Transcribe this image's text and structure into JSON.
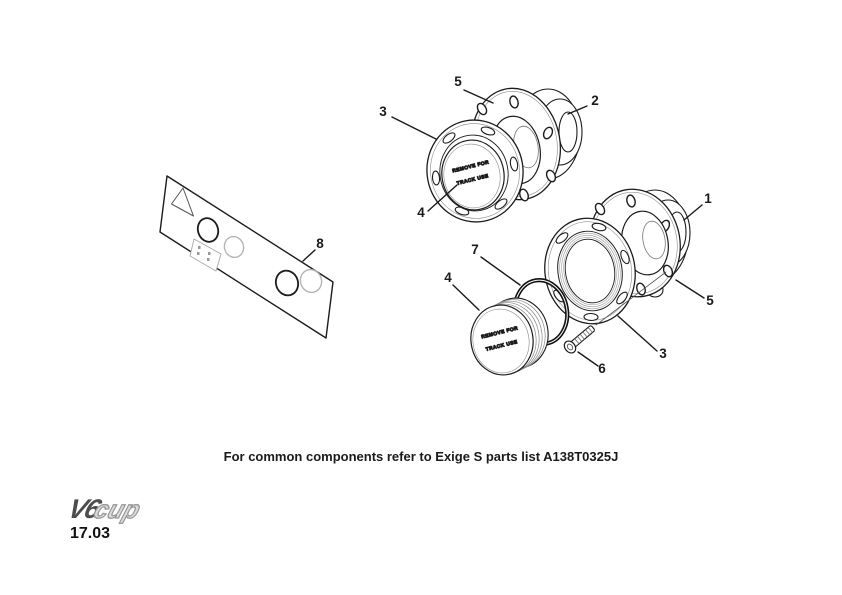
{
  "note": "For common components refer to Exige S parts list A138T0325J",
  "footer": {
    "logo_v6": "V6",
    "logo_cup": "cup",
    "page_number": "17.03"
  },
  "diagram": {
    "cap_text_line1": "REMOVE  FOR",
    "cap_text_line2": "TRACK  USE",
    "callouts": [
      "5",
      "2",
      "3",
      "4",
      "1",
      "5",
      "3",
      "7",
      "4",
      "6",
      "8"
    ]
  }
}
